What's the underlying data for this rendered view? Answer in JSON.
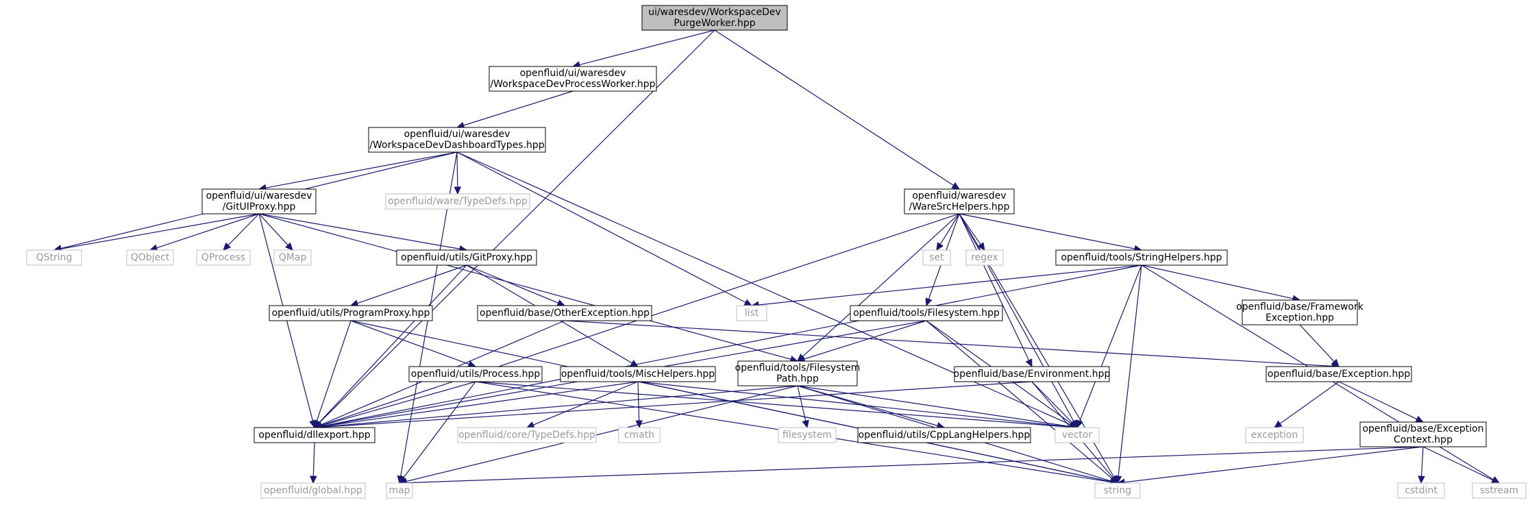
{
  "colors": {
    "edge": "#191970",
    "root_fill": "#bfbfbf",
    "found_border": "#000000",
    "missing_border": "#bfbfbf",
    "missing_text": "#9a9a9a"
  },
  "nodes": [
    {
      "id": "root",
      "lines": [
        "ui/waresdev/WorkspaceDev",
        "PurgeWorker.hpp"
      ],
      "kind": "root"
    },
    {
      "id": "processworker",
      "lines": [
        "openfluid/ui/waresdev",
        "/WorkspaceDevProcessWorker.hpp"
      ],
      "kind": "found"
    },
    {
      "id": "dashboardtypes",
      "lines": [
        "openfluid/ui/waresdev",
        "/WorkspaceDevDashboardTypes.hpp"
      ],
      "kind": "found"
    },
    {
      "id": "waresrchelpers",
      "lines": [
        "openfluid/waresdev",
        "/WareSrcHelpers.hpp"
      ],
      "kind": "found"
    },
    {
      "id": "gituiproxy",
      "lines": [
        "openfluid/ui/waresdev",
        "/GitUIProxy.hpp"
      ],
      "kind": "found"
    },
    {
      "id": "waretypedefs",
      "lines": [
        "openfluid/ware/TypeDefs.hpp"
      ],
      "kind": "missing"
    },
    {
      "id": "qstring",
      "lines": [
        "QString"
      ],
      "kind": "missing"
    },
    {
      "id": "qobject",
      "lines": [
        "QObject"
      ],
      "kind": "missing"
    },
    {
      "id": "qprocess",
      "lines": [
        "QProcess"
      ],
      "kind": "missing"
    },
    {
      "id": "qmap",
      "lines": [
        "QMap"
      ],
      "kind": "missing"
    },
    {
      "id": "gitproxy",
      "lines": [
        "openfluid/utils/GitProxy.hpp"
      ],
      "kind": "found"
    },
    {
      "id": "set",
      "lines": [
        "set"
      ],
      "kind": "missing"
    },
    {
      "id": "regex",
      "lines": [
        "regex"
      ],
      "kind": "missing"
    },
    {
      "id": "stringhelpers",
      "lines": [
        "openfluid/tools/StringHelpers.hpp"
      ],
      "kind": "found"
    },
    {
      "id": "list",
      "lines": [
        "list"
      ],
      "kind": "missing"
    },
    {
      "id": "programproxy",
      "lines": [
        "openfluid/utils/ProgramProxy.hpp"
      ],
      "kind": "found"
    },
    {
      "id": "otherexception",
      "lines": [
        "openfluid/base/OtherException.hpp"
      ],
      "kind": "found"
    },
    {
      "id": "filesystem",
      "lines": [
        "openfluid/tools/Filesystem.hpp"
      ],
      "kind": "found"
    },
    {
      "id": "frameworkexception",
      "lines": [
        "openfluid/base/Framework",
        "Exception.hpp"
      ],
      "kind": "found"
    },
    {
      "id": "process",
      "lines": [
        "openfluid/utils/Process.hpp"
      ],
      "kind": "found"
    },
    {
      "id": "mischelpers",
      "lines": [
        "openfluid/tools/MiscHelpers.hpp"
      ],
      "kind": "found"
    },
    {
      "id": "filesystempath",
      "lines": [
        "openfluid/tools/Filesystem",
        "Path.hpp"
      ],
      "kind": "found"
    },
    {
      "id": "environment",
      "lines": [
        "openfluid/base/Environment.hpp"
      ],
      "kind": "found"
    },
    {
      "id": "exception",
      "lines": [
        "openfluid/base/Exception.hpp"
      ],
      "kind": "found"
    },
    {
      "id": "dllexport",
      "lines": [
        "openfluid/dllexport.hpp"
      ],
      "kind": "found"
    },
    {
      "id": "coretypedefs",
      "lines": [
        "openfluid/core/TypeDefs.hpp"
      ],
      "kind": "missing"
    },
    {
      "id": "cmath",
      "lines": [
        "cmath"
      ],
      "kind": "missing"
    },
    {
      "id": "filesystemstd",
      "lines": [
        "filesystem"
      ],
      "kind": "missing"
    },
    {
      "id": "cpplanghelpers",
      "lines": [
        "openfluid/utils/CppLangHelpers.hpp"
      ],
      "kind": "found"
    },
    {
      "id": "vector",
      "lines": [
        "vector"
      ],
      "kind": "missing"
    },
    {
      "id": "exceptionstd",
      "lines": [
        "exception"
      ],
      "kind": "missing"
    },
    {
      "id": "exceptioncontext",
      "lines": [
        "openfluid/base/Exception",
        "Context.hpp"
      ],
      "kind": "found"
    },
    {
      "id": "global",
      "lines": [
        "openfluid/global.hpp"
      ],
      "kind": "missing"
    },
    {
      "id": "map",
      "lines": [
        "map"
      ],
      "kind": "missing"
    },
    {
      "id": "string",
      "lines": [
        "string"
      ],
      "kind": "missing"
    },
    {
      "id": "cstdint",
      "lines": [
        "cstdint"
      ],
      "kind": "missing"
    },
    {
      "id": "sstream",
      "lines": [
        "sstream"
      ],
      "kind": "missing"
    }
  ],
  "edges": [
    [
      "root",
      "processworker"
    ],
    [
      "root",
      "waresrchelpers"
    ],
    [
      "root",
      "dllexport"
    ],
    [
      "processworker",
      "dashboardtypes"
    ],
    [
      "dashboardtypes",
      "gituiproxy"
    ],
    [
      "dashboardtypes",
      "waretypedefs"
    ],
    [
      "dashboardtypes",
      "qstring"
    ],
    [
      "dashboardtypes",
      "list"
    ],
    [
      "dashboardtypes",
      "vector"
    ],
    [
      "dashboardtypes",
      "map"
    ],
    [
      "gituiproxy",
      "qstring"
    ],
    [
      "gituiproxy",
      "qobject"
    ],
    [
      "gituiproxy",
      "qprocess"
    ],
    [
      "gituiproxy",
      "qmap"
    ],
    [
      "gituiproxy",
      "gitproxy"
    ],
    [
      "gituiproxy",
      "filesystempath"
    ],
    [
      "gituiproxy",
      "dllexport"
    ],
    [
      "gitproxy",
      "programproxy"
    ],
    [
      "gitproxy",
      "otherexception"
    ],
    [
      "gitproxy",
      "mischelpers"
    ],
    [
      "gitproxy",
      "dllexport"
    ],
    [
      "programproxy",
      "process"
    ],
    [
      "programproxy",
      "dllexport"
    ],
    [
      "programproxy",
      "string"
    ],
    [
      "otherexception",
      "exception"
    ],
    [
      "otherexception",
      "dllexport"
    ],
    [
      "process",
      "dllexport"
    ],
    [
      "process",
      "map"
    ],
    [
      "process",
      "string"
    ],
    [
      "process",
      "vector"
    ],
    [
      "mischelpers",
      "dllexport"
    ],
    [
      "mischelpers",
      "coretypedefs"
    ],
    [
      "mischelpers",
      "cmath"
    ],
    [
      "mischelpers",
      "string"
    ],
    [
      "mischelpers",
      "vector"
    ],
    [
      "waresrchelpers",
      "set"
    ],
    [
      "waresrchelpers",
      "regex"
    ],
    [
      "waresrchelpers",
      "stringhelpers"
    ],
    [
      "waresrchelpers",
      "filesystem"
    ],
    [
      "waresrchelpers",
      "environment"
    ],
    [
      "waresrchelpers",
      "filesystempath"
    ],
    [
      "waresrchelpers",
      "dllexport"
    ],
    [
      "waresrchelpers",
      "vector"
    ],
    [
      "waresrchelpers",
      "string"
    ],
    [
      "stringhelpers",
      "list"
    ],
    [
      "stringhelpers",
      "frameworkexception"
    ],
    [
      "stringhelpers",
      "dllexport"
    ],
    [
      "stringhelpers",
      "vector"
    ],
    [
      "stringhelpers",
      "string"
    ],
    [
      "stringhelpers",
      "sstream"
    ],
    [
      "filesystem",
      "filesystempath"
    ],
    [
      "filesystem",
      "dllexport"
    ],
    [
      "filesystem",
      "vector"
    ],
    [
      "filesystem",
      "string"
    ],
    [
      "frameworkexception",
      "exception"
    ],
    [
      "filesystempath",
      "dllexport"
    ],
    [
      "filesystempath",
      "filesystemstd"
    ],
    [
      "filesystempath",
      "cpplanghelpers"
    ],
    [
      "filesystempath",
      "vector"
    ],
    [
      "filesystempath",
      "string"
    ],
    [
      "filesystempath",
      "map"
    ],
    [
      "environment",
      "dllexport"
    ],
    [
      "environment",
      "vector"
    ],
    [
      "environment",
      "string"
    ],
    [
      "exception",
      "exceptionstd"
    ],
    [
      "exception",
      "exceptioncontext"
    ],
    [
      "exceptioncontext",
      "map"
    ],
    [
      "exceptioncontext",
      "string"
    ],
    [
      "exceptioncontext",
      "cstdint"
    ],
    [
      "exceptioncontext",
      "sstream"
    ],
    [
      "dllexport",
      "global"
    ]
  ]
}
